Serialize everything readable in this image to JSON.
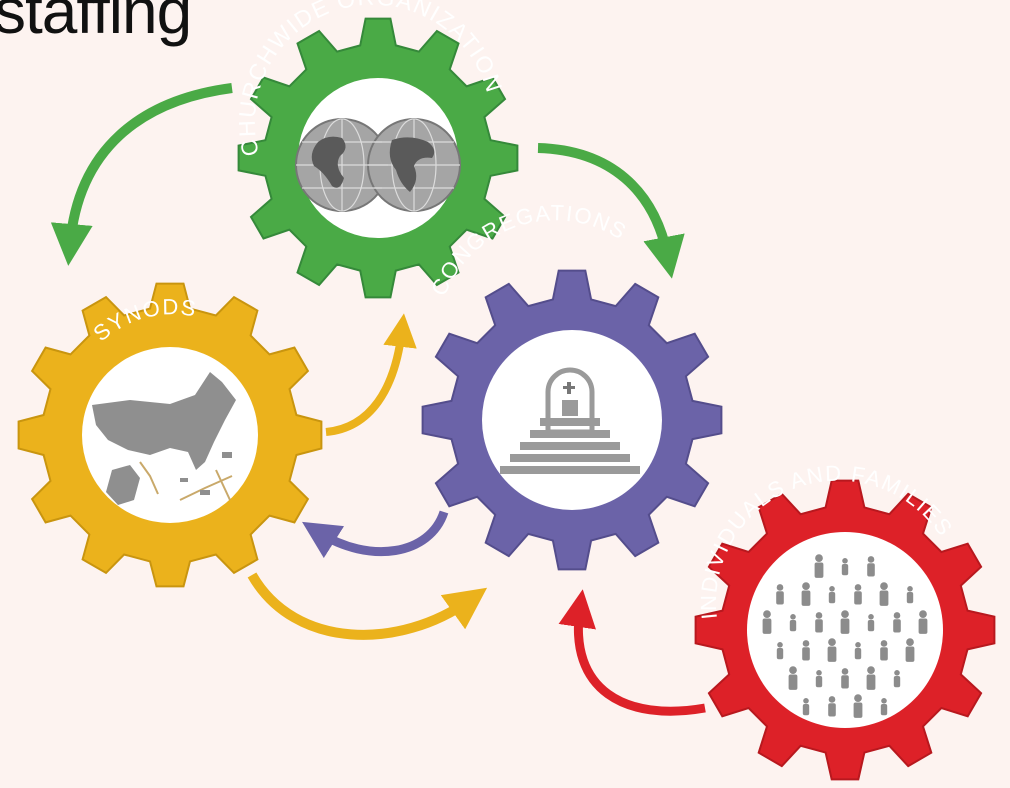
{
  "title": "staffing",
  "colors": {
    "background": "#fdf3f0",
    "churchwide": "#4aaa46",
    "synods": "#ebb21c",
    "congregations": "#6b63a8",
    "individuals": "#dd2128",
    "icon_gray": "#9a9a9a"
  },
  "gears": {
    "churchwide": {
      "label": "CHURCHWIDE ORGANIZATION",
      "icon": "globe-icon"
    },
    "synods": {
      "label": "SYNODS",
      "icon": "us-map-icon"
    },
    "congregations": {
      "label": "CONGREGATIONS",
      "icon": "church-steps-icon"
    },
    "individuals": {
      "label": "INDIVIDUALS AND FAMILIES",
      "icon": "people-crowd-icon"
    }
  }
}
